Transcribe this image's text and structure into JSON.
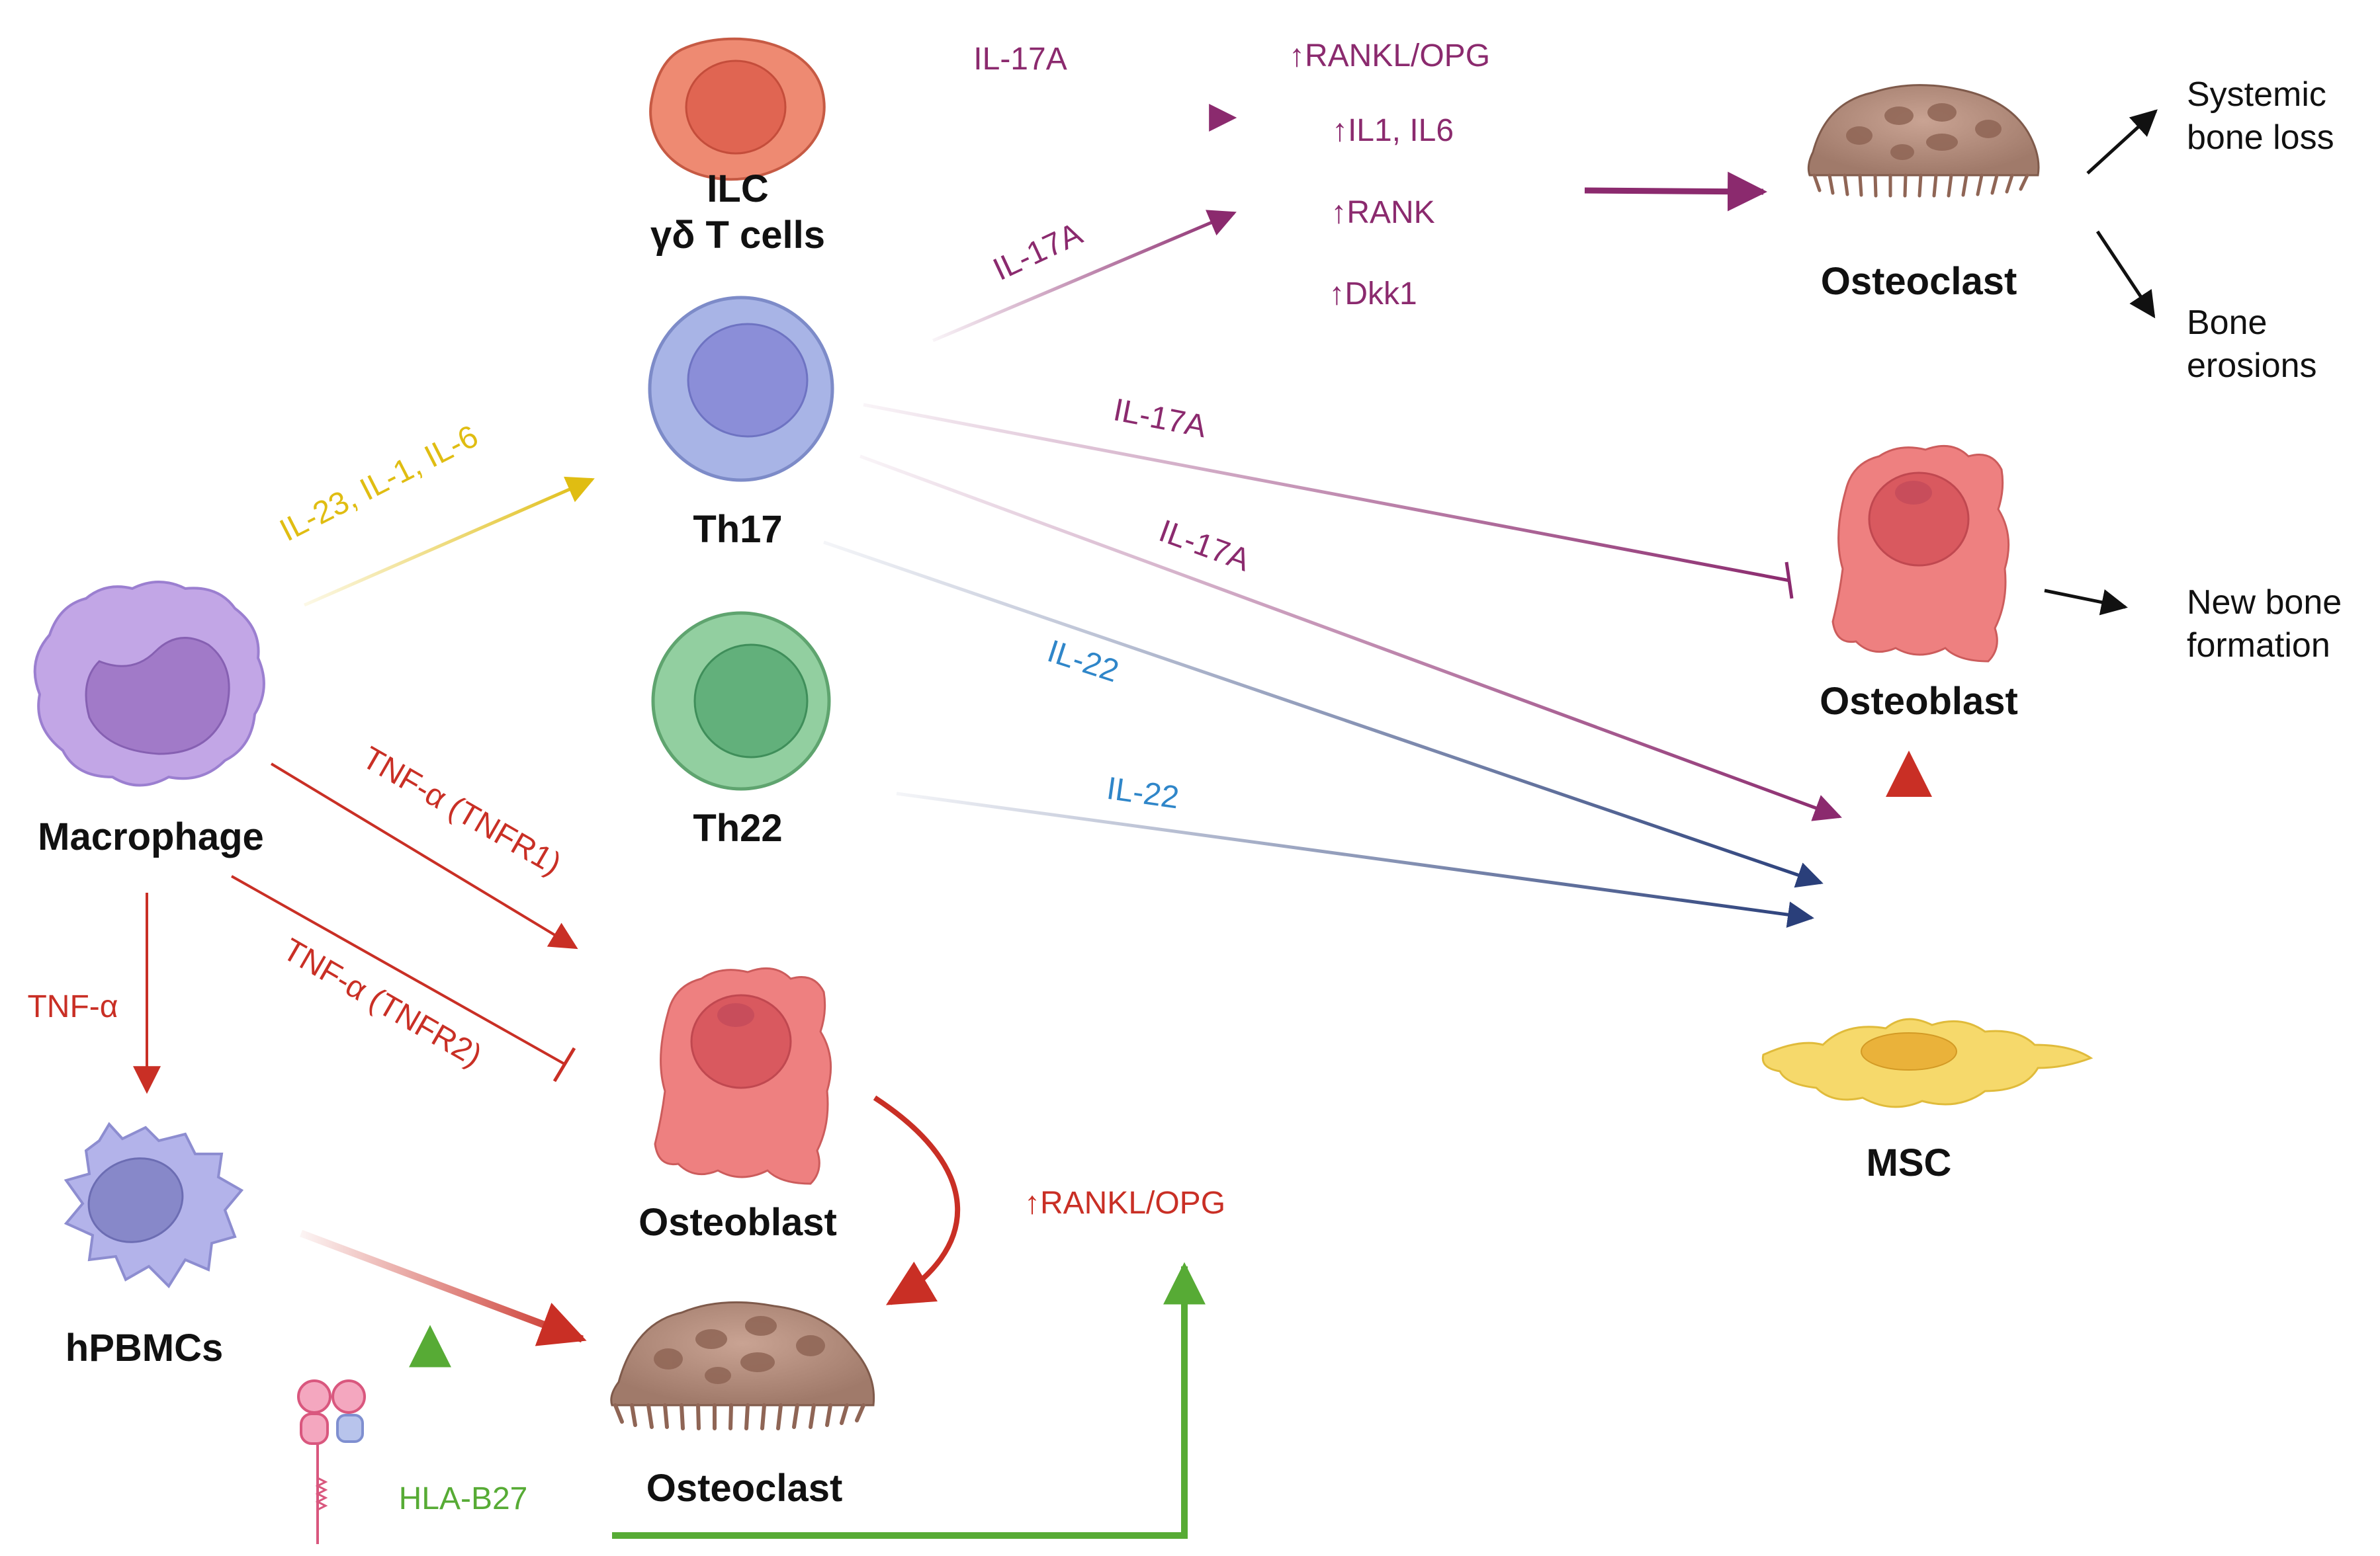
{
  "cells": {
    "ilc_line1": "ILC",
    "ilc_line2": "γδ T cells",
    "th17": "Th17",
    "th22": "Th22",
    "macrophage": "Macrophage",
    "hpbmcs": "hPBMCs",
    "osteoblast_bottom": "Osteoblast",
    "osteoclast_bottom": "Osteoclast",
    "osteoclast_top": "Osteoclast",
    "osteoblast_right": "Osteoblast",
    "msc": "MSC"
  },
  "cytokines": {
    "il17a_ilc": "IL-17A",
    "il17a_th17_up": "IL-17A",
    "il17a_th17_osteoblast": "IL-17A",
    "il17a_th17_msc": "IL-17A",
    "il22_th17": "IL-22",
    "il22_th22": "IL-22",
    "il23_il1_il6": "IL-23, IL-1, IL-6",
    "tnfa_tnfr1": "TNF-α (TNFR1)",
    "tnfa_tnfr2": "TNF-α (TNFR2)",
    "tnfa": "TNF-α",
    "hla_b27": "HLA-B27"
  },
  "effects": {
    "rankl_opg_top": "↑RANKL/OPG",
    "il1_il6": "↑IL1, IL6",
    "rank": "↑RANK",
    "dkk1": "↑Dkk1",
    "rankl_opg_bottom": "↑RANKL/OPG"
  },
  "outcomes": {
    "systemic_line1": "Systemic",
    "systemic_line2": "bone loss",
    "erosions_line1": "Bone",
    "erosions_line2": "erosions",
    "newbone_line1": "New bone",
    "newbone_line2": "formation"
  },
  "colors": {
    "purple": "#8b2a6e",
    "red": "#c92f25",
    "yellow": "#e0bd12",
    "navy": "#2a3f7a",
    "cyan_text": "#2f86c9",
    "green": "#57ab35",
    "black": "#111111"
  }
}
